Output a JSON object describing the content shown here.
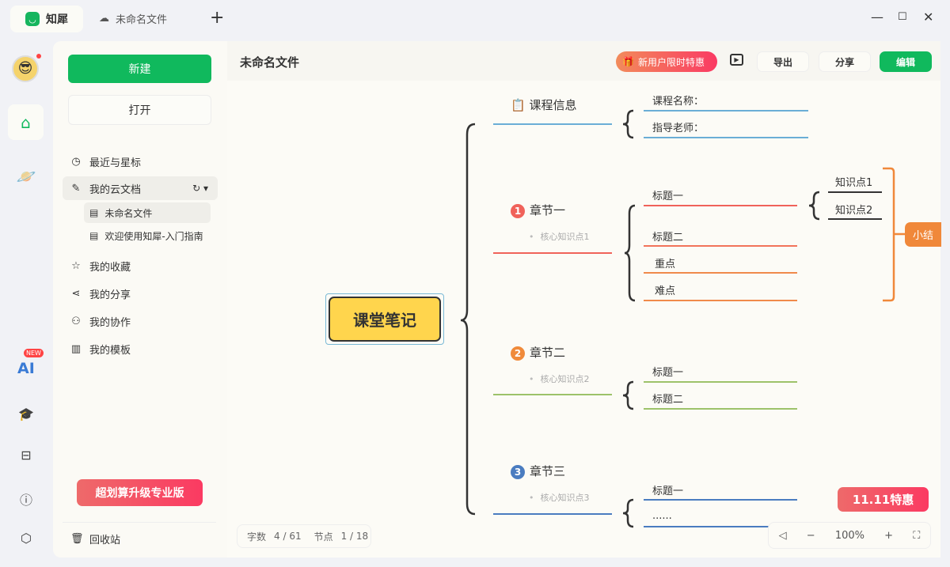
{
  "titlebar": {
    "app_name": "知犀",
    "doc_tab": "未命名文件",
    "new_tab": "+",
    "minimize": "—",
    "maximize": "☐",
    "close": "✕"
  },
  "rail": {
    "ai_badge": "NEW",
    "ai_label": "AI"
  },
  "panel": {
    "new_label": "新建",
    "open_label": "打开",
    "nav": [
      {
        "label": "最近与星标",
        "icon": "clock-icon"
      },
      {
        "label": "我的云文档",
        "icon": "pen-icon"
      },
      {
        "label": "我的收藏",
        "icon": "star-icon"
      },
      {
        "label": "我的分享",
        "icon": "share-icon"
      },
      {
        "label": "我的协作",
        "icon": "users-icon"
      },
      {
        "label": "我的模板",
        "icon": "template-icon"
      }
    ],
    "cloud_docs": [
      "未命名文件",
      "欢迎使用知犀-入门指南"
    ],
    "promo": "超划算升级专业版",
    "trash": "回收站"
  },
  "header": {
    "title": "未命名文件",
    "promo": "新用户限时特惠",
    "export": "导出",
    "share": "分享",
    "edit": "编辑"
  },
  "mindmap": {
    "center": "课堂笔记",
    "course": {
      "title": "课程信息",
      "items": [
        "课程名称：",
        "指导老师："
      ]
    },
    "chapters": [
      {
        "num": "1",
        "title": "章节一",
        "key": "核心知识点1",
        "items": [
          "标题一",
          "标题二",
          "重点",
          "难点"
        ],
        "knowledge": [
          "知识点1",
          "知识点2"
        ],
        "summary": "小结",
        "color": "#f0625a"
      },
      {
        "num": "2",
        "title": "章节二",
        "key": "核心知识点2",
        "items": [
          "标题一",
          "标题二"
        ],
        "color": "#9dc26a"
      },
      {
        "num": "3",
        "title": "章节三",
        "key": "核心知识点3",
        "items": [
          "标题一",
          "......"
        ],
        "color": "#4a7cc0"
      }
    ]
  },
  "status": {
    "words_label": "字数",
    "words": "4 / 61",
    "nodes_label": "节点",
    "nodes": "1 / 18"
  },
  "zoom": {
    "minus": "−",
    "level": "100%",
    "plus": "+"
  },
  "sale_banner": "11.11特惠"
}
